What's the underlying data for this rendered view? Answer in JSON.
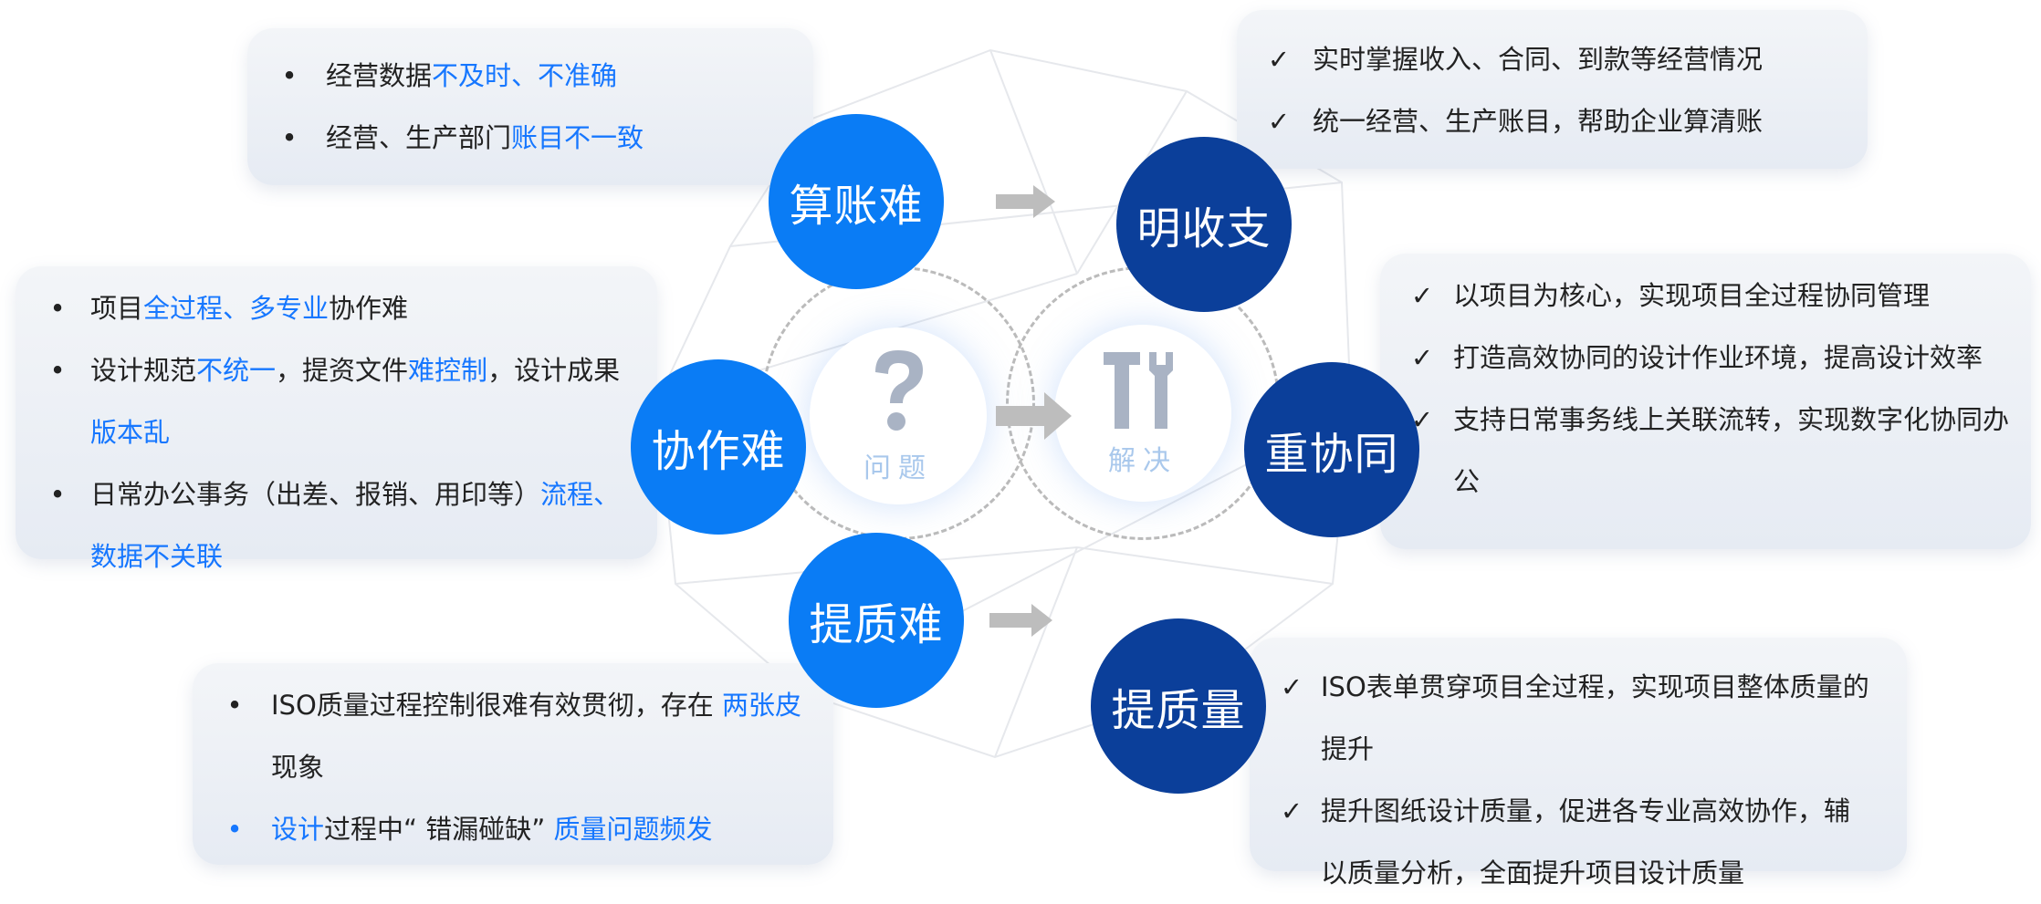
{
  "problems": {
    "accounting": {
      "title": "算账难",
      "items": [
        {
          "a": "经营数据",
          "b": "不及时、不准确",
          "c": ""
        },
        {
          "a": "经营、生产部门",
          "b": "账目不一致",
          "c": ""
        }
      ]
    },
    "collab": {
      "title": "协作难",
      "items": [
        {
          "a": "项目",
          "b": "全过程、多专业",
          "c": "协作难"
        },
        {
          "a": "设计规范",
          "b": "不统一",
          "c": "，提资文件",
          "d": "难控制",
          "e": "，设计成果",
          "f": "版本乱"
        },
        {
          "a": "日常办公事务（出差、报销、用印等）",
          "b": "流程、数据不关联"
        }
      ]
    },
    "quality": {
      "title": "提质难",
      "items": [
        {
          "a": "ISO质量过程控制很难有效贯彻，存在 ",
          "b": "两张皮",
          "c": "现象"
        },
        {
          "a": "设计",
          "b": "过程中“ 错漏碰缺” ",
          "c": "质量问题频发"
        }
      ]
    }
  },
  "solutions": {
    "accounting": {
      "title": "明收支",
      "items": [
        "实时掌握收入、合同、到款等经营情况",
        "统一经营、生产账目，帮助企业算清账"
      ]
    },
    "collab": {
      "title": "重协同",
      "items": [
        "以项目为核心，实现项目全过程协同管理",
        "打造高效协同的设计作业环境，提高设计效率",
        "支持日常事务线上关联流转，实现数字化协同办公"
      ]
    },
    "quality": {
      "title": "提质量",
      "items": [
        "ISO表单贯穿项目全过程，实现项目整体质量的提升",
        "提升图纸设计质量，促进各专业高效协作，辅以质量分析，全面提升项目设计质量"
      ]
    }
  },
  "center": {
    "problem_label": "问题",
    "solution_label": "解决"
  },
  "marks": {
    "bullet": "•",
    "check": "✓"
  },
  "colors": {
    "light": "#0a7cf5",
    "dark": "#0b3f9a",
    "highlight": "#1677ff",
    "arrow": "#bdbdbd"
  }
}
